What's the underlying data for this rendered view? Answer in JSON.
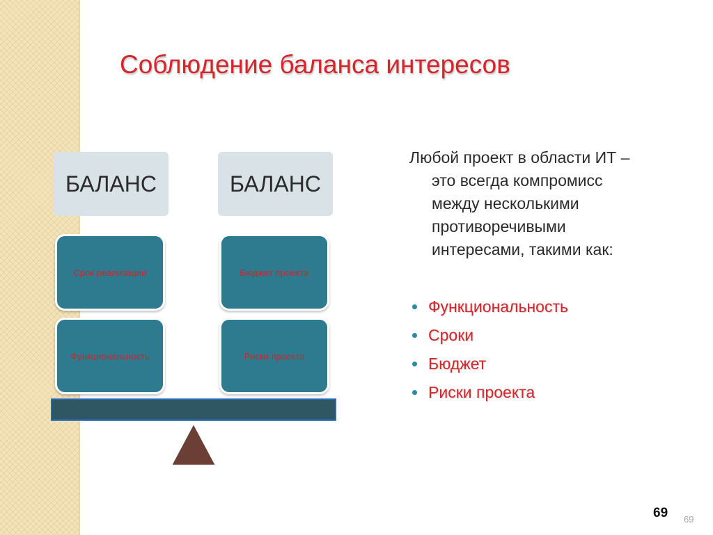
{
  "slide": {
    "title": "Соблюдение баланса интересов",
    "scale": {
      "left_label": "БАЛАНС",
      "right_label": "БАЛАНС",
      "weights": {
        "left_top": "Срок реализации",
        "left_bottom": "Функциональность",
        "right_top": "Бюджет проекта",
        "right_bottom": "Риски проекта"
      }
    },
    "intro": {
      "line1": "Любой проект в области ИТ –",
      "line2": "это всегда компромисс",
      "line3": "между несколькими",
      "line4": "противоречивыми",
      "line5": "интересами, такими как:"
    },
    "bullets": [
      "Функциональность",
      "Сроки",
      "Бюджет",
      "Риски проекта"
    ],
    "page_number_bold": "69",
    "page_number_light": "69"
  },
  "colors": {
    "accent_red": "#d7262b",
    "box_teal": "#2e7b8f",
    "beam": "#2f5763",
    "fulcrum": "#6b3f35",
    "strip": "#f3e3b8"
  }
}
